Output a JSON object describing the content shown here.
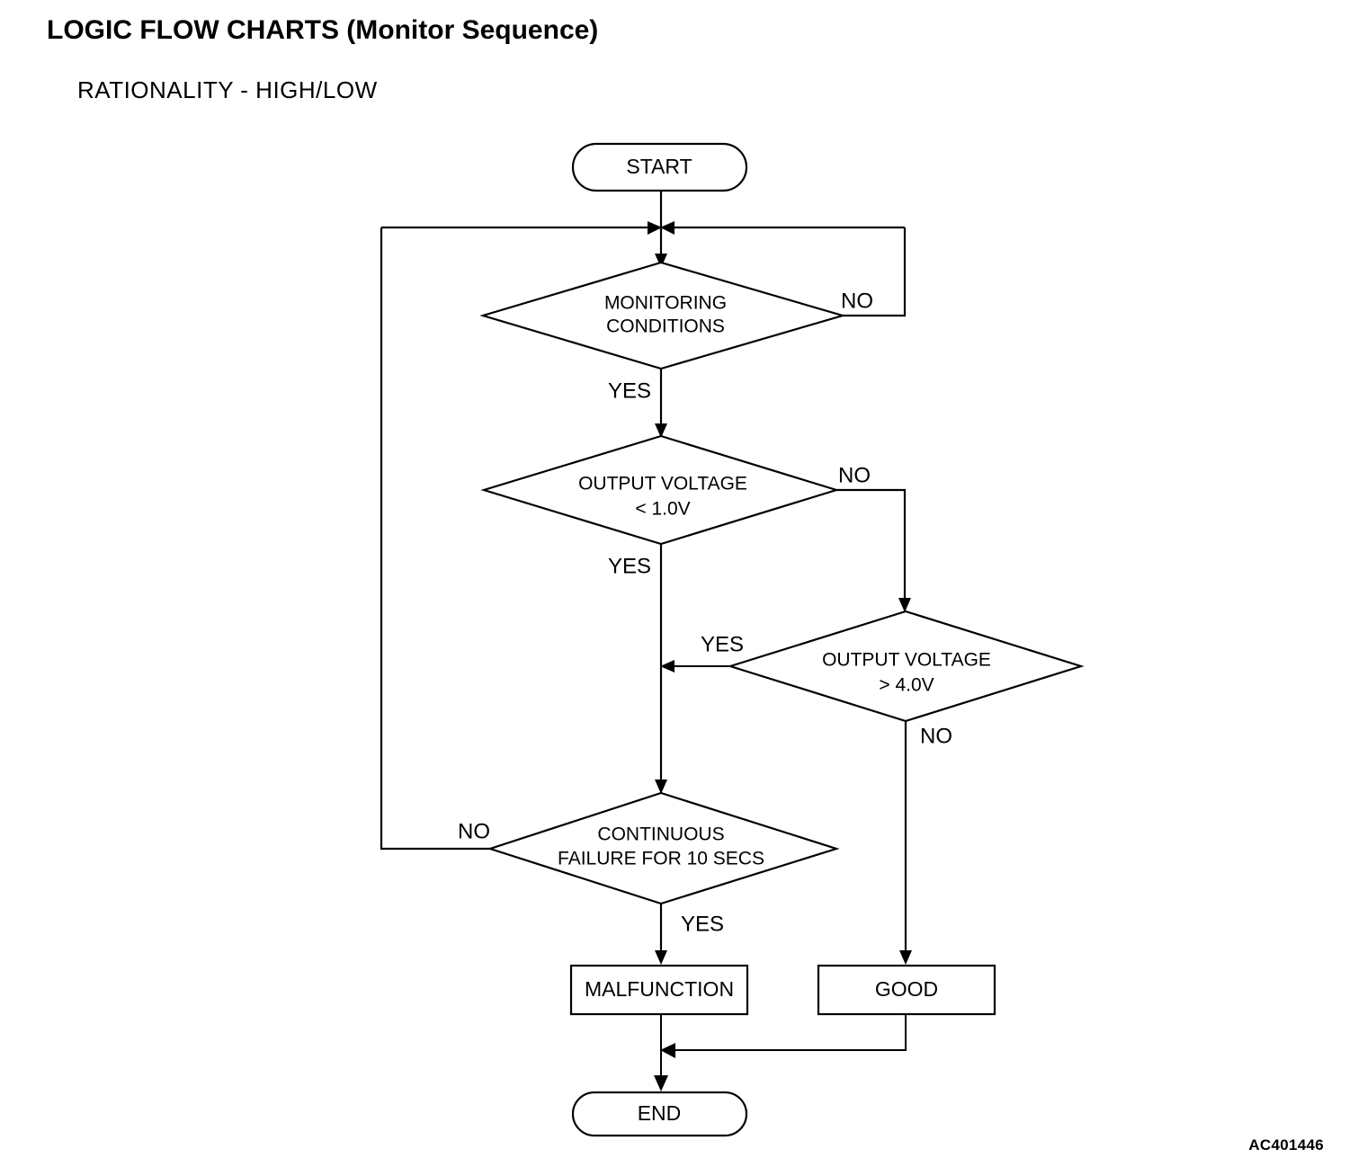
{
  "document": {
    "title": "LOGIC FLOW CHARTS (Monitor Sequence)",
    "subtitle": "RATIONALITY - HIGH/LOW",
    "reference_code": "AC401446"
  },
  "chart_data": {
    "type": "diagram",
    "diagram_kind": "flowchart",
    "title": "LOGIC FLOW CHARTS (Monitor Sequence)",
    "subtitle": "RATIONALITY - HIGH/LOW",
    "nodes": [
      {
        "id": "start",
        "shape": "terminator",
        "label": "START"
      },
      {
        "id": "monitoring",
        "shape": "decision",
        "label_line1": "MONITORING",
        "label_line2": "CONDITIONS"
      },
      {
        "id": "volt_low",
        "shape": "decision",
        "label_line1": "OUTPUT VOLTAGE",
        "label_line2": "< 1.0V"
      },
      {
        "id": "volt_high",
        "shape": "decision",
        "label_line1": "OUTPUT VOLTAGE",
        "label_line2": "> 4.0V"
      },
      {
        "id": "continuous",
        "shape": "decision",
        "label_line1": "CONTINUOUS",
        "label_line2": "FAILURE FOR 10 SECS"
      },
      {
        "id": "malfunction",
        "shape": "process",
        "label": "MALFUNCTION"
      },
      {
        "id": "good",
        "shape": "process",
        "label": "GOOD"
      },
      {
        "id": "end",
        "shape": "terminator",
        "label": "END"
      }
    ],
    "edges": [
      {
        "from": "start",
        "to": "monitoring",
        "label": ""
      },
      {
        "from": "monitoring",
        "to": "merge-top",
        "label": "NO"
      },
      {
        "from": "monitoring",
        "to": "volt_low",
        "label": "YES"
      },
      {
        "from": "volt_low",
        "to": "continuous",
        "label": "YES"
      },
      {
        "from": "volt_low",
        "to": "volt_high",
        "label": "NO"
      },
      {
        "from": "volt_high",
        "to": "continuous",
        "label": "YES"
      },
      {
        "from": "volt_high",
        "to": "good",
        "label": "NO"
      },
      {
        "from": "continuous",
        "to": "merge-top",
        "label": "NO"
      },
      {
        "from": "continuous",
        "to": "malfunction",
        "label": "YES"
      },
      {
        "from": "malfunction",
        "to": "end",
        "label": ""
      },
      {
        "from": "good",
        "to": "end",
        "label": ""
      }
    ],
    "branch_labels": {
      "monitoring_no": "NO",
      "monitoring_yes": "YES",
      "volt_low_no": "NO",
      "volt_low_yes": "YES",
      "volt_high_yes": "YES",
      "volt_high_no": "NO",
      "continuous_no": "NO",
      "continuous_yes": "YES"
    },
    "colors": {
      "stroke": "#000000",
      "fill": "#ffffff",
      "text": "#000000"
    }
  }
}
